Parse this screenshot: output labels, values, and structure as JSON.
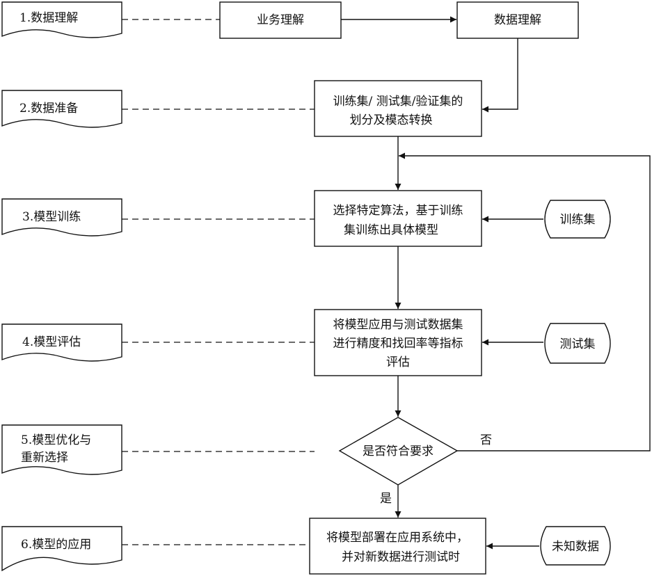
{
  "stages": [
    {
      "lines": [
        "1.数据理解"
      ]
    },
    {
      "lines": [
        "2.数据准备"
      ]
    },
    {
      "lines": [
        "3.模型训练"
      ]
    },
    {
      "lines": [
        "4.模型评估"
      ]
    },
    {
      "lines": [
        "5.模型优化与",
        "重新选择"
      ]
    },
    {
      "lines": [
        "6.模型的应用"
      ]
    }
  ],
  "processes": {
    "business_understanding": {
      "lines": [
        "业务理解"
      ]
    },
    "data_understanding": {
      "lines": [
        "数据理解"
      ]
    },
    "split": {
      "lines": [
        "训练集/ 测试集/验证集的",
        "划分及模态转换"
      ]
    },
    "train": {
      "lines": [
        "选择特定算法，基于训练",
        "集训练出具体模型"
      ]
    },
    "evaluate": {
      "lines": [
        "将模型应用与测试数据集",
        "进行精度和找回率等指标",
        "评估"
      ]
    },
    "deploy": {
      "lines": [
        "将模型部署在应用系统中，",
        "并对新数据进行测试时"
      ]
    }
  },
  "decision": {
    "lines": [
      "是否符合要求"
    ]
  },
  "inputs": {
    "train_set": {
      "lines": [
        "训练集"
      ]
    },
    "test_set": {
      "lines": [
        "测试集"
      ]
    },
    "unknown_data": {
      "lines": [
        "未知数据"
      ]
    }
  },
  "edge_labels": {
    "no": "否",
    "yes": "是"
  }
}
